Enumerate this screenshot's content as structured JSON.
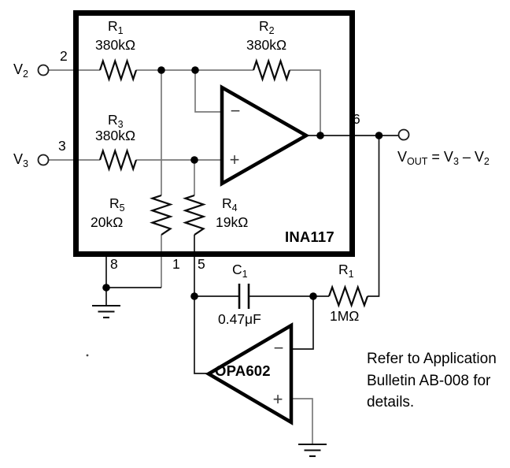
{
  "diagram": {
    "ic_label": "INA117",
    "opamp_label": "OPA602",
    "pins": {
      "p2": "2",
      "p3": "3",
      "p6": "6",
      "p8": "8",
      "p1": "1",
      "p5": "5"
    },
    "terminals": {
      "v2": {
        "name": "V",
        "sub": "2"
      },
      "v3": {
        "name": "V",
        "sub": "3"
      }
    },
    "components": {
      "r1_top": {
        "ref": "R",
        "sub": "1",
        "value": "380kΩ"
      },
      "r2": {
        "ref": "R",
        "sub": "2",
        "value": "380kΩ"
      },
      "r3": {
        "ref": "R",
        "sub": "3",
        "value": "380kΩ"
      },
      "r5": {
        "ref": "R",
        "sub": "5",
        "value": "20kΩ"
      },
      "r4": {
        "ref": "R",
        "sub": "4",
        "value": "19kΩ"
      },
      "c1": {
        "ref": "C",
        "sub": "1",
        "value": "0.47μF"
      },
      "r1_fb": {
        "ref": "R",
        "sub": "1",
        "value": "1MΩ"
      }
    },
    "formula": {
      "p1": "V",
      "s1": "OUT",
      "p2": " = V",
      "s2": "3",
      "p3": " – V",
      "s3": "2"
    },
    "amp_signs": {
      "minus": "−",
      "plus": "+"
    },
    "note_lines": {
      "l1": "Refer to Application",
      "l2": "Bulletin AB-008 for",
      "l3": "details."
    }
  },
  "colors": {
    "wire_gray": "#7a7a7a",
    "ink": "#0a0a0a"
  }
}
